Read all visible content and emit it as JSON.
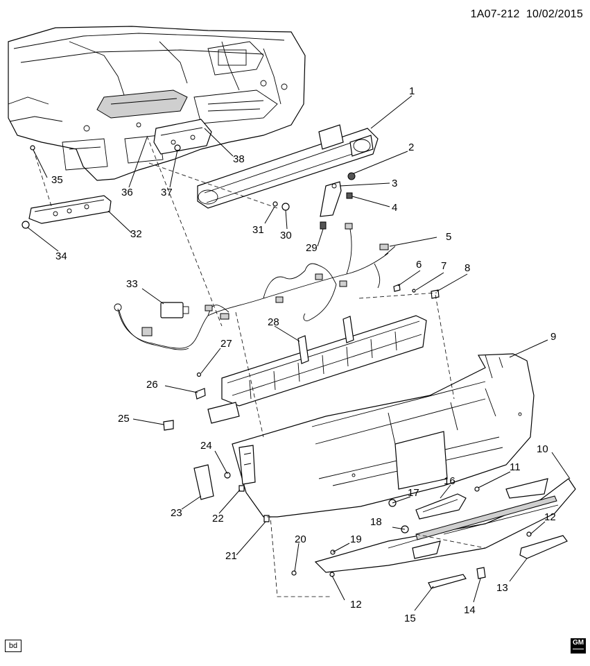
{
  "header": {
    "code": "1A07-212",
    "date": "10/02/2015"
  },
  "footer": {
    "bd_label": "bd",
    "gm_logo": "GM"
  },
  "callouts": [
    "1",
    "2",
    "3",
    "4",
    "5",
    "6",
    "7",
    "8",
    "9",
    "10",
    "11",
    "12",
    "13",
    "14",
    "15",
    "16",
    "17",
    "18",
    "19",
    "20",
    "21",
    "22",
    "23",
    "24",
    "25",
    "26",
    "27",
    "28",
    "29",
    "30",
    "31",
    "32",
    "33",
    "34",
    "35",
    "36",
    "37",
    "38",
    "12"
  ]
}
